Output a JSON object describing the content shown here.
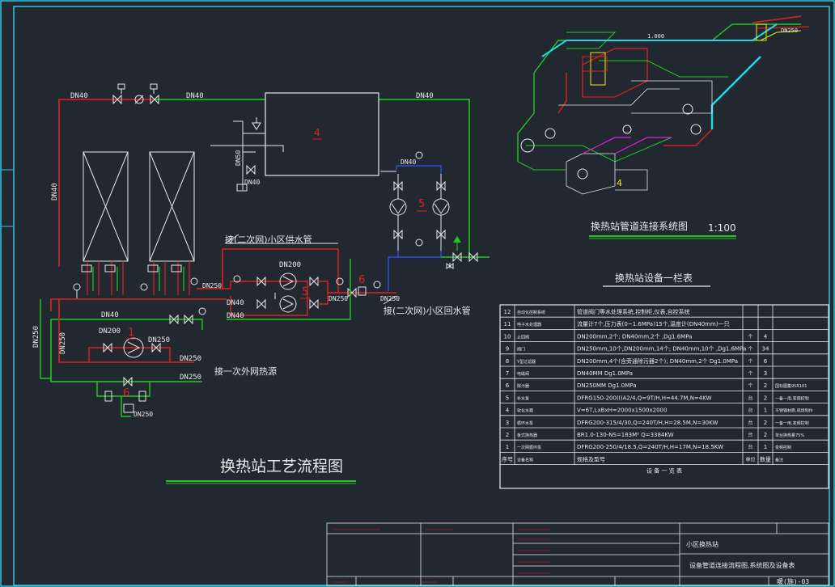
{
  "diagram_title": "换热站工艺流程图",
  "iso_title": "换热站管道连接系统图",
  "iso_scale": "1:100",
  "equip_title": "换热站设备一栏表",
  "labels": {
    "dn40_top_left": "DN40",
    "dn40_top_mid": "DN40",
    "dn40_top_right": "DN40",
    "dn40_left_vert": "DN40",
    "dn50": "DN50",
    "dn40_tank": "DN40",
    "dn40_pump5": "DN40",
    "dn200_sec": "DN200",
    "dn250_a": "DN250",
    "dn250_b": "DN250",
    "dn250_c": "DN250",
    "dn40_mid1": "DN40",
    "dn40_mid2": "DN40",
    "dn250_left": "DN250",
    "dn250_vert": "DN250",
    "dn200_prim": "DN200",
    "dn250_prim": "DN250",
    "dn250_prim2": "DN250",
    "dn250_prim3": "DN250",
    "dn250_bottom": "DN250",
    "tank_no": "4",
    "pump5_no": "5",
    "pump5b_no": "5",
    "pump1_no": "1",
    "item6a": "6",
    "item6b": "6",
    "supply_sec": "接(二次网)小区供水管",
    "return_sec": "接(二次网)小区回水管",
    "primary_heat": "接一次外网热源",
    "iso_num4": "4",
    "iso_dn250": "DN250",
    "iso_1000": "1.000"
  },
  "table": {
    "rows": [
      {
        "no": "12",
        "name": "自动化控制系统",
        "spec": "管道阀门等水处理系统,控制柜,仪表,自控系统",
        "unit": "",
        "qty": "",
        "note": ""
      },
      {
        "no": "11",
        "name": "电子水处理器",
        "spec": "流量计7个,压力表(0~1.6MPa)15个,温度计(DN40mm)一只",
        "unit": "",
        "qty": "",
        "note": ""
      },
      {
        "no": "10",
        "name": "止回阀",
        "spec": "DN200mm,2个; DN40mm,2个 ,Dg1.6MPa",
        "unit": "个",
        "qty": "4",
        "note": ""
      },
      {
        "no": "9",
        "name": "阀门",
        "spec": "DN250mm,10个,DN200mm,14个; DN40mm,10个 ,Dg1.6MPa",
        "unit": "个",
        "qty": "34",
        "note": ""
      },
      {
        "no": "8",
        "name": "Y型过滤器",
        "spec": "DN200mm,4个(含旁通除污器2个); DN40mm,2个 Dg1.0MPa",
        "unit": "个",
        "qty": "6",
        "note": ""
      },
      {
        "no": "7",
        "name": "电磁阀",
        "spec": "DN40MM    Dg1.0MPa",
        "unit": "个",
        "qty": "3",
        "note": ""
      },
      {
        "no": "6",
        "name": "除污器",
        "spec": "DN250MM    Dg1.0MPa",
        "unit": "个",
        "qty": "2",
        "note": "国标图集95R101"
      },
      {
        "no": "5",
        "name": "补水泵",
        "spec": "DFRG150-200(I)A2/4,Q=9T/H,H=44.7M,N=4KW",
        "unit": "台",
        "qty": "2",
        "note": "一备一用,变频控制"
      },
      {
        "no": "4",
        "name": "软化水箱",
        "spec": "V=6T,LxBxH=2000x1500x2000",
        "unit": "台",
        "qty": "1",
        "note": "不锈钢材质,现场制作"
      },
      {
        "no": "3",
        "name": "循环水泵",
        "spec": "DFRG200-315/4/30,Q=240T/H,H=28.5M,N=30KW",
        "unit": "台",
        "qty": "2",
        "note": "一备一用,变频控制"
      },
      {
        "no": "2",
        "name": "板式换热器",
        "spec": "BR1.0-130-NS=183M² Q=3384KW",
        "unit": "台",
        "qty": "2",
        "note": "单台换热量75%"
      },
      {
        "no": "1",
        "name": "一次网循环泵",
        "spec": "DFRG200-250/4/18.5,Q=240T/H,H=17M,N=18.5KW",
        "unit": "台",
        "qty": "1",
        "note": "变频控制"
      }
    ],
    "header": {
      "no": "序号",
      "name": "设备名称",
      "spec": "规格及型号",
      "unit": "单位",
      "qty": "数量",
      "note": "备注"
    },
    "footer": "设  备  一  览  表"
  },
  "titleblock": {
    "project": "小区换热站",
    "drawing": "设备管道连接流程图,系统图及设备表",
    "number": "暖(施)-03"
  },
  "colors": {
    "bg": "#212830",
    "frame": "#33c4e0",
    "red": "#e02020",
    "green": "#22c722",
    "blue": "#2a4fe0",
    "white": "#e8e8e8",
    "yellow": "#e8e820",
    "magenta": "#e020e0",
    "cyan": "#20d8e8"
  }
}
